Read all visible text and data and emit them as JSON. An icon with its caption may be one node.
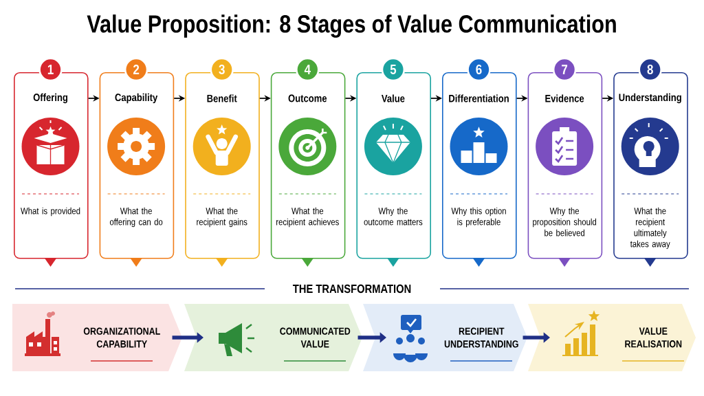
{
  "diagram": {
    "title": "Value Proposition: 8 Stages of Value Communication",
    "nodes": [
      {
        "text": [
          "1",
          "Offering",
          "What is provided"
        ]
      },
      {
        "text": [
          "2",
          "Capability",
          "What the offering can do"
        ]
      },
      {
        "text": [
          "3",
          "Benefit",
          "What the recipient gains"
        ]
      },
      {
        "text": [
          "4",
          "Outcome",
          "What the recipient achieves"
        ]
      },
      {
        "text": [
          "5",
          "Value",
          "Why the outcome matters"
        ]
      },
      {
        "text": [
          "6",
          "Differentiation",
          "Why this option is preferable"
        ]
      },
      {
        "text": [
          "7",
          "Evidence",
          "Why the proposition should be believed"
        ]
      },
      {
        "text": [
          "8",
          "Understanding",
          "What the recipient ultimately takes away"
        ]
      },
      {
        "text": [
          "ORGANIZATIONAL CAPABILITY"
        ]
      },
      {
        "text": [
          "COMMUNICATED VALUE"
        ]
      },
      {
        "text": [
          "RECIPIENT UNDERSTANDING"
        ]
      },
      {
        "text": [
          "VALUE REALISATION"
        ]
      }
    ],
    "edges": [
      {
        "from": 0,
        "to": 1,
        "arrow": "to"
      },
      {
        "from": 1,
        "to": 2,
        "arrow": "to"
      },
      {
        "from": 2,
        "to": 3,
        "arrow": "to"
      },
      {
        "from": 3,
        "to": 4,
        "arrow": "to"
      },
      {
        "from": 4,
        "to": 5,
        "arrow": "to"
      },
      {
        "from": 5,
        "to": 6,
        "arrow": "to"
      },
      {
        "from": 6,
        "to": 7,
        "arrow": "to"
      },
      {
        "from": 8,
        "to": 9,
        "arrow": "to",
        "style": "thick",
        "color": "#1f2f86"
      },
      {
        "from": 9,
        "to": 10,
        "arrow": "to",
        "style": "thick",
        "color": "#1f2f86"
      },
      {
        "from": 10,
        "to": 11,
        "arrow": "to",
        "style": "thick",
        "color": "#1f2f86"
      }
    ],
    "labels": [
      "THE TRANSFORMATION"
    ]
  }
}
